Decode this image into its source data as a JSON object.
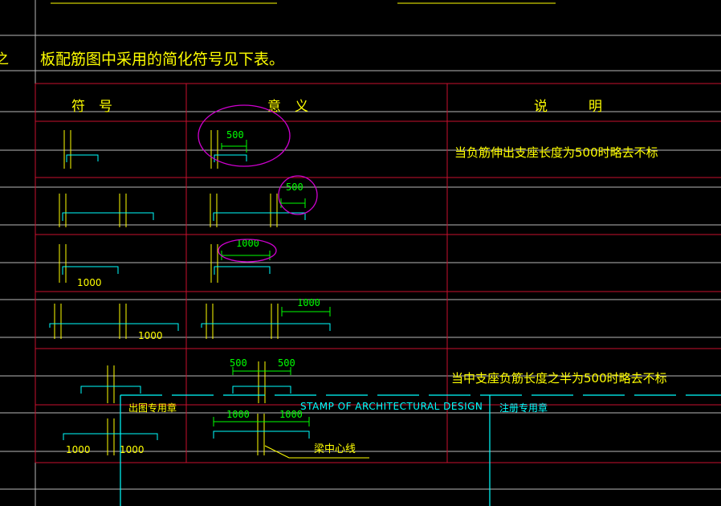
{
  "title": "板配筋图中采用的简化符号见下表。",
  "headers": {
    "symbol": "符　号",
    "meaning": "意　义",
    "description": "说　　　明"
  },
  "notes": {
    "row1": "当负筋伸出支座长度为500时略去不标",
    "row5": "当中支座负筋长度之半为500时略去不标"
  },
  "dims": {
    "r1_meaning": "500",
    "r2_meaning": "500",
    "r3_symbol": "1000",
    "r3_meaning": "1000",
    "r4_symbol": "1000",
    "r4_meaning": "1000",
    "r5_left": "500",
    "r5_right": "500",
    "r6_sym_left": "1000",
    "r6_sym_right": "1000",
    "r6_mean_left": "1000",
    "r6_mean_right": "1000"
  },
  "stamp": {
    "left_label": "出图专用章",
    "center_label": "STAMP OF ARCHITECTURAL DESIGN",
    "right_label": "注册专用章"
  },
  "beam_label": "梁中心线",
  "left_edge_char": "之",
  "colors": {
    "background": "#000000",
    "grid": "#c0c0c0",
    "table": "#c8102e",
    "rebar": "#ffff00",
    "bar": "#00ffff",
    "dimension": "#00ff00",
    "highlight": "#d000d0"
  }
}
